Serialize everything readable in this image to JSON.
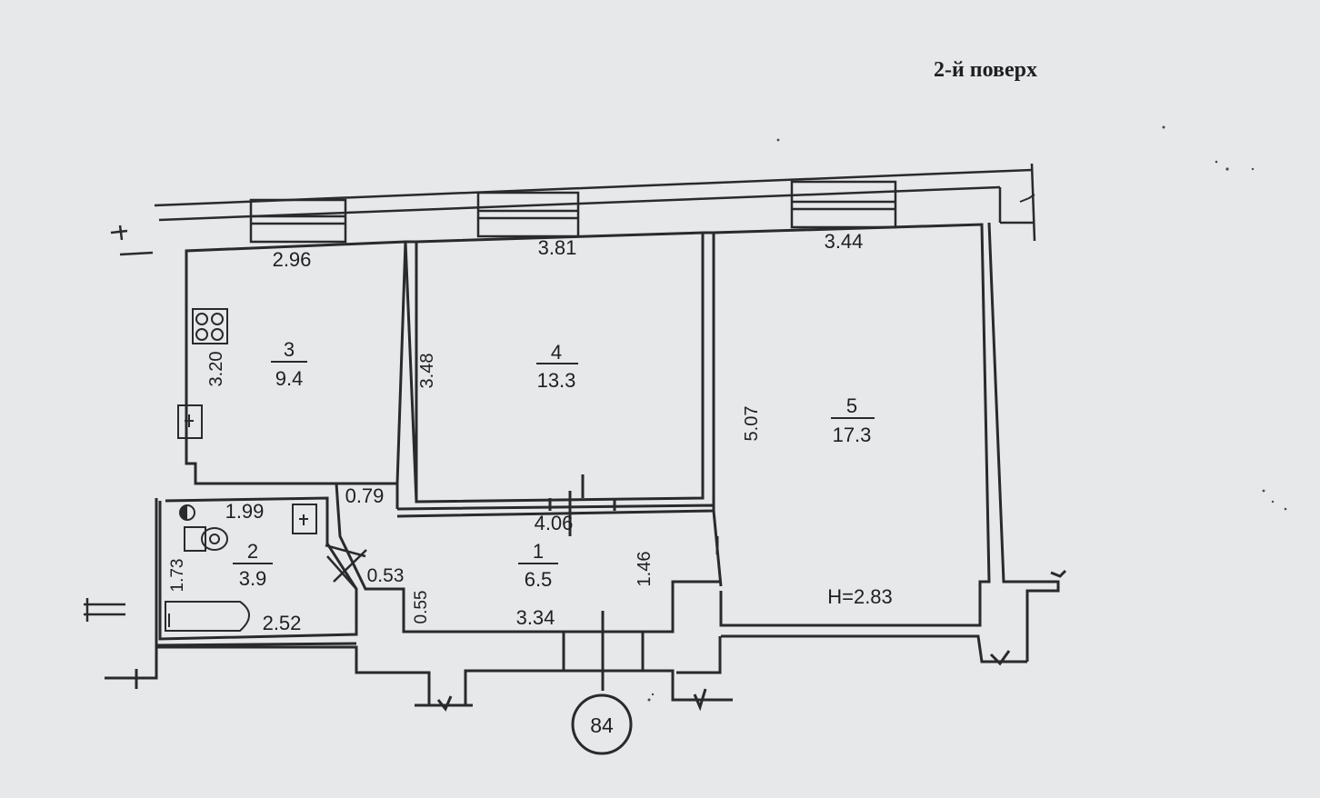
{
  "floor_label": "2-й поверх",
  "entrance_number": "84",
  "ceiling_height": "H=2.83",
  "rooms": [
    {
      "number": "1",
      "area": "6.5"
    },
    {
      "number": "2",
      "area": "3.9"
    },
    {
      "number": "3",
      "area": "9.4"
    },
    {
      "number": "4",
      "area": "13.3"
    },
    {
      "number": "5",
      "area": "17.3"
    }
  ],
  "dimensions": {
    "room3_width": "2.96",
    "room3_depth": "3.20",
    "room4_width": "3.81",
    "room4_depth": "3.48",
    "room4_bottom": "4.06",
    "room5_width": "3.44",
    "room5_depth": "5.07",
    "room2_width": "1.99",
    "room2_depth": "1.73",
    "bath_length": "2.52",
    "corridor_step": "0.79",
    "corridor_niche": "0.53",
    "corridor_offset": "0.55",
    "corridor_length": "3.34",
    "corridor_depth": "1.46"
  }
}
